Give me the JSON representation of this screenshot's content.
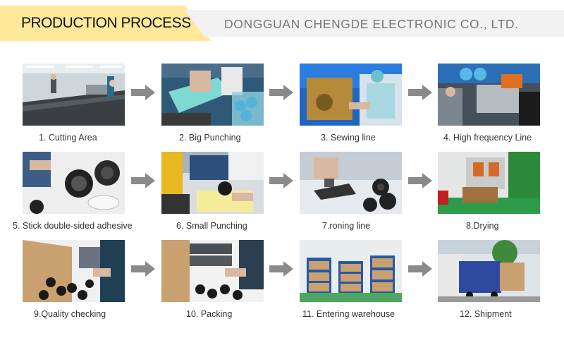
{
  "header": {
    "title": "PRODUCTION PROCESS",
    "company": "DONGGUAN CHENGDE ELECTRONIC CO., LTD."
  },
  "steps": [
    {
      "caption": "1. Cutting Area"
    },
    {
      "caption": "2. Big Punching"
    },
    {
      "caption": "3. Sewing line"
    },
    {
      "caption": "4. High frequency Line"
    },
    {
      "caption": "5. Stick double-sided adhesive"
    },
    {
      "caption": "6. Small Punching"
    },
    {
      "caption": "7.roning line"
    },
    {
      "caption": "8.Drying"
    },
    {
      "caption": "9.Quality checking"
    },
    {
      "caption": "10. Packing"
    },
    {
      "caption": "11. Entering warehouse"
    },
    {
      "caption": "12. Shipment"
    }
  ],
  "colors": {
    "banner_accent": "#ffe89a",
    "banner_band": "#f2f2f2",
    "arrow": "#8a8a8a"
  }
}
